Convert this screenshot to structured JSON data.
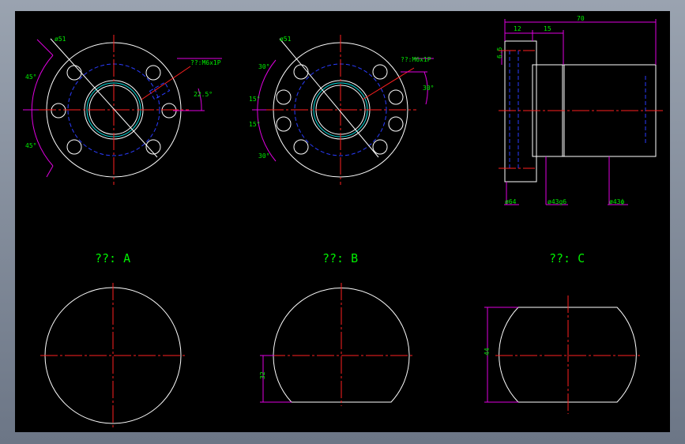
{
  "view1": {
    "dia": "ø51",
    "thread": "??:M6x1P",
    "ang_top": "45°",
    "ang_bottom": "45°",
    "ang_side": "22.5°"
  },
  "view2": {
    "dia": "ø51",
    "thread": "??:M6x1P",
    "ang_30_top": "30°",
    "ang_15_a": "15°",
    "ang_15_b": "15°",
    "ang_30_bottom": "30°",
    "ang_side": "30°"
  },
  "side_view": {
    "len_total": "70",
    "len_12": "12",
    "len_15": "15",
    "len_65": "6.5",
    "dia_64": "ø64",
    "dia_43g6": "ø43g6",
    "dia_43": "ø43ф"
  },
  "type_a": {
    "label": "??: A"
  },
  "type_b": {
    "label": "??: B",
    "dim": "32"
  },
  "type_c": {
    "label": "??: C",
    "dim": "44"
  },
  "colors": {
    "background": "#000000",
    "outline": "#ffffff",
    "centerline": "#ff2020",
    "hidden": "#2a3cff",
    "dimension": "#e000e0",
    "text": "#00ee00"
  }
}
